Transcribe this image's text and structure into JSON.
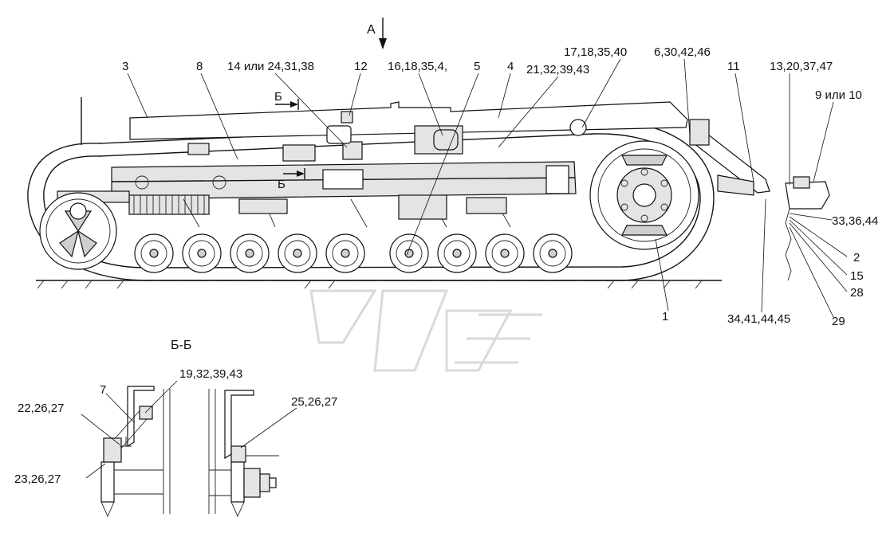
{
  "view_arrow_label": "А",
  "section_title": "Б-Б",
  "section_marks": [
    "Б",
    "Б"
  ],
  "callouts": {
    "c3": "3",
    "c8": "8",
    "c14": "14 или 24,31,38",
    "c12": "12",
    "c16": "16,18,35,4,",
    "c5": "5",
    "c4": "4",
    "c21": "21,32,39,43",
    "c17": "17,18,35,40",
    "c6": "6,30,42,46",
    "c11": "11",
    "c13": "13,20,37,47",
    "c9": "9 или 10",
    "c33": "33,36,44",
    "c2": "2",
    "c15": "15",
    "c28": "28",
    "c29": "29",
    "c34": "34,41,44,45",
    "c1": "1"
  },
  "section_callouts": {
    "s19": "19,32,39,43",
    "s7": "7",
    "s22": "22,26,27",
    "s25": "25,26,27",
    "s23": "23,26,27"
  }
}
